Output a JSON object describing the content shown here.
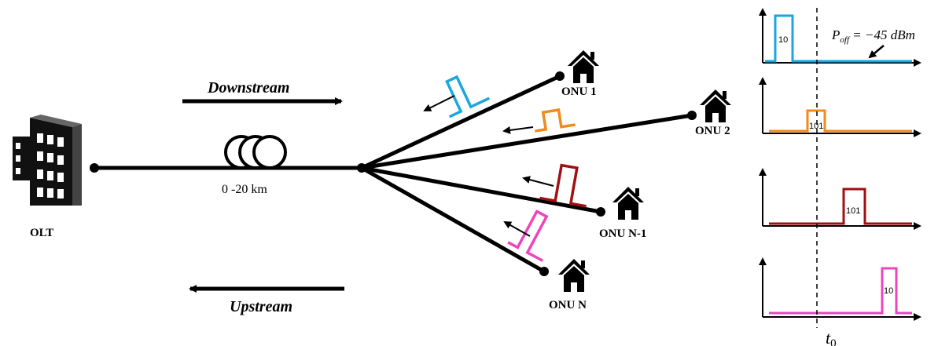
{
  "labels": {
    "olt": "OLT",
    "fiber_length": "0 -20 km",
    "downstream": "Downstream",
    "upstream": "Upstream",
    "onu1": "ONU 1",
    "onu2": "ONU 2",
    "onun1": "ONU N-1",
    "onun": "ONU N",
    "t0_base": "t",
    "t0_sub": "0",
    "poff_base": "P",
    "poff_sub": "off",
    "poff_rest": " = −45 dBm"
  },
  "bursts": {
    "onu1": "10",
    "onu2": "101",
    "onun1": "101",
    "onun": "10"
  },
  "colors": {
    "onu1": "#1aa7e0",
    "onu2": "#f28a1c",
    "onun1": "#a01010",
    "onun": "#ee44bb",
    "line": "#000000"
  }
}
